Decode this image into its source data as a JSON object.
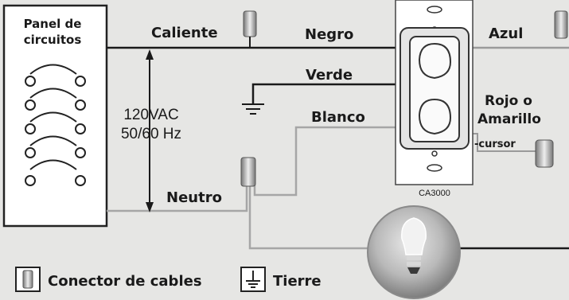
{
  "panel": {
    "title_line1": "Panel de",
    "title_line2": "circuitos"
  },
  "wires": {
    "hot": "Caliente",
    "black": "Negro",
    "blue": "Azul",
    "green": "Verde",
    "white": "Blanco",
    "red_yellow_line1": "Rojo o",
    "red_yellow_line2": "Amarillo",
    "traveler": "-cursor",
    "neutral": "Neutro"
  },
  "voltage": {
    "line1": "120VAC",
    "line2": "50/60 Hz"
  },
  "device": {
    "model": "CA3000"
  },
  "legend": {
    "connector": "Conector de cables",
    "ground": "Tierre"
  }
}
